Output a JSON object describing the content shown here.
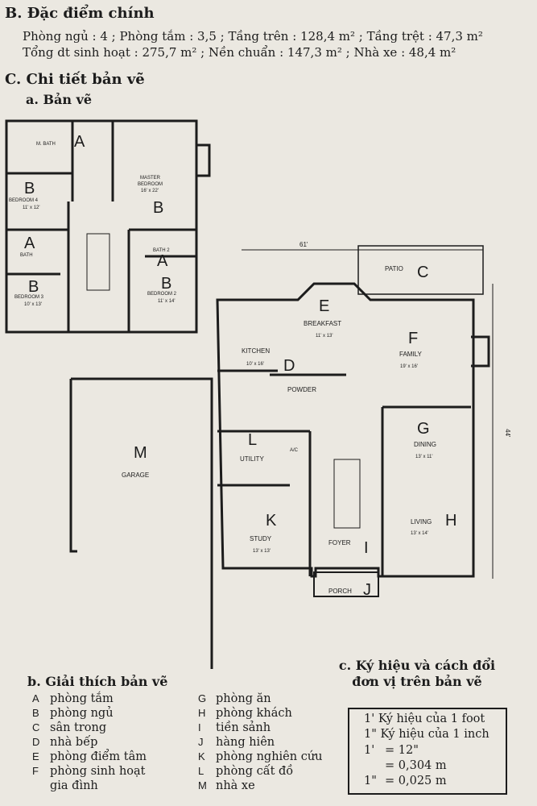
{
  "section_b": {
    "heading": "B. Đặc điểm chính",
    "line1": "Phòng ngủ : 4 ; Phòng tắm  : 3,5 ; Tầng trên : 128,4 m² ; Tầng trệt : 47,3 m²",
    "line2": "Tổng dt sinh hoạt : 275,7 m² ; Nền chuẩn : 147,3 m² ; Nhà xe : 48,4 m²"
  },
  "section_c": {
    "heading": "C. Chi tiết bản vẽ",
    "sub_a": "a. Bản vẽ"
  },
  "plan_labels": {
    "m_bath": "M. BATH",
    "master": "MASTER",
    "bedroom": "BEDROOM",
    "master_dim": "16' x 22'",
    "bedroom4": "BEDROOM 4",
    "bedroom4_dim": "11' x 12'",
    "bath": "BATH",
    "bath2": "BATH 2",
    "bedroom3": "BEDROOM 3",
    "bedroom3_dim": "10' x 13'",
    "bedroom2": "BEDROOM 2",
    "bedroom2_dim": "11' x 14'",
    "patio": "PATIO",
    "breakfast": "BREAKFAST",
    "breakfast_dim": "11' x 13'",
    "family": "FAMILY",
    "family_dim": "19' x 16'",
    "kitchen": "KITCHEN",
    "kitchen_dim": "10' x 16'",
    "powder": "POWDER",
    "utility": "UTILITY",
    "ac": "A/C",
    "dining": "DINING",
    "dining_dim": "13' x 11'",
    "living": "LIVING",
    "living_dim": "13' x 14'",
    "garage": "GARAGE",
    "study": "STUDY",
    "study_dim": "13' x 13'",
    "foyer": "FOYER",
    "porch": "PORCH",
    "width_61": "61'",
    "depth_44": "44'"
  },
  "plan_letters": {
    "A": "A",
    "B": "B",
    "C": "C",
    "D": "D",
    "E": "E",
    "F": "F",
    "G": "G",
    "H": "H",
    "I": "I",
    "J": "J",
    "K": "K",
    "L": "L",
    "M": "M"
  },
  "legend": {
    "title": "b. Giải thích bản vẽ",
    "col1": [
      {
        "code": "A",
        "text": "phòng tắm"
      },
      {
        "code": "B",
        "text": "phòng ngủ"
      },
      {
        "code": "C",
        "text": "sân trong"
      },
      {
        "code": "D",
        "text": "nhà bếp"
      },
      {
        "code": "E",
        "text": "phòng điểm tâm"
      },
      {
        "code": "F",
        "text": "phòng sinh hoạt"
      },
      {
        "code": "",
        "text": "gia đình"
      }
    ],
    "col2": [
      {
        "code": "G",
        "text": "phòng ăn"
      },
      {
        "code": "H",
        "text": "phòng khách"
      },
      {
        "code": "I",
        "text": "tiền sảnh"
      },
      {
        "code": "J",
        "text": "hàng hiên"
      },
      {
        "code": "K",
        "text": "phòng nghiên cứu"
      },
      {
        "code": "L",
        "text": "phòng cất đồ"
      },
      {
        "code": "M",
        "text": "nhà xe"
      }
    ]
  },
  "symbols": {
    "title_line1": "c. Ký hiệu và cách đổi",
    "title_line2": "đơn vị trên bản vẽ",
    "foot": "1' Ký hiệu của 1 foot",
    "inch": "1\" Ký hiệu của 1 inch",
    "eq1_lhs": "1'",
    "eq1_rhs": "= 12\"",
    "eq2": "= 0,304 m",
    "eq3_lhs": "1\"",
    "eq3_rhs": "= 0,025 m"
  }
}
